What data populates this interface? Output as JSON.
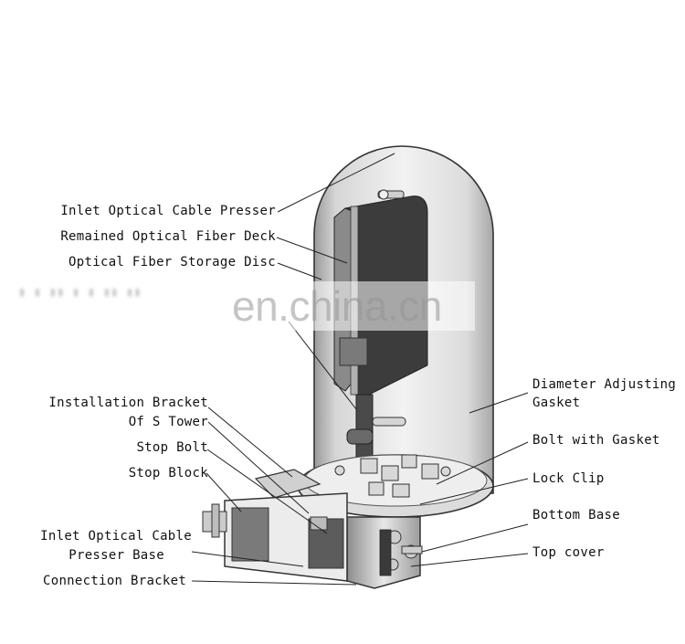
{
  "labels": {
    "inlet_cable_presser": "Inlet Optical Cable Presser",
    "remained_fiber_deck": "Remained Optical Fiber Deck",
    "fiber_storage_disc": "Optical Fiber Storage Disc",
    "install_bracket_1": "Installation Bracket",
    "install_bracket_2": "Of S Tower",
    "stop_bolt": "Stop Bolt",
    "stop_block": "Stop Block",
    "inlet_presser_base_1": "Inlet Optical Cable",
    "inlet_presser_base_2": "Presser Base",
    "connection_bracket": "Connection Bracket",
    "diameter_gasket_1": "Diameter Adjusting",
    "diameter_gasket_2": "Gasket",
    "bolt_gasket": "Bolt with Gasket",
    "lock_clip": "Lock Clip",
    "bottom_base": "Bottom Base",
    "top_cover": "Top cover"
  },
  "watermark": "en.china.cn"
}
